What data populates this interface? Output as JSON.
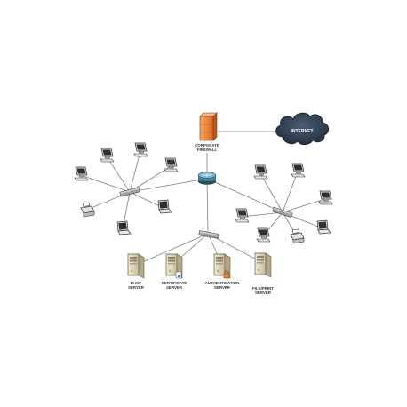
{
  "labels": {
    "firewall_line1": "CORPORATE",
    "firewall_line2": "FIREWALL",
    "internet": "INTERNET",
    "dhcp_line1": "DHCP",
    "dhcp_line2": "SERVER",
    "cert_line1": "CERTIFICATE",
    "cert_line2": "SERVER",
    "auth_line1": "AUTHENTICATION",
    "auth_line2": "SERVER",
    "file_line1": "FILE/PRINT",
    "file_line2": "SERVER"
  },
  "icons": {
    "firewall": "firewall-icon",
    "cloud": "cloud-icon",
    "router": "router-icon",
    "switch": "switch-icon",
    "workstation": "desktop-computer-icon",
    "laptop": "laptop-icon",
    "printer": "printer-icon",
    "server": "server-tower-icon"
  },
  "colors": {
    "firewall": "#e8843c",
    "cloud": "#2c3e52",
    "router": "#3a6e86",
    "links": "#7f7f7f",
    "server": "#e2d8c0"
  }
}
